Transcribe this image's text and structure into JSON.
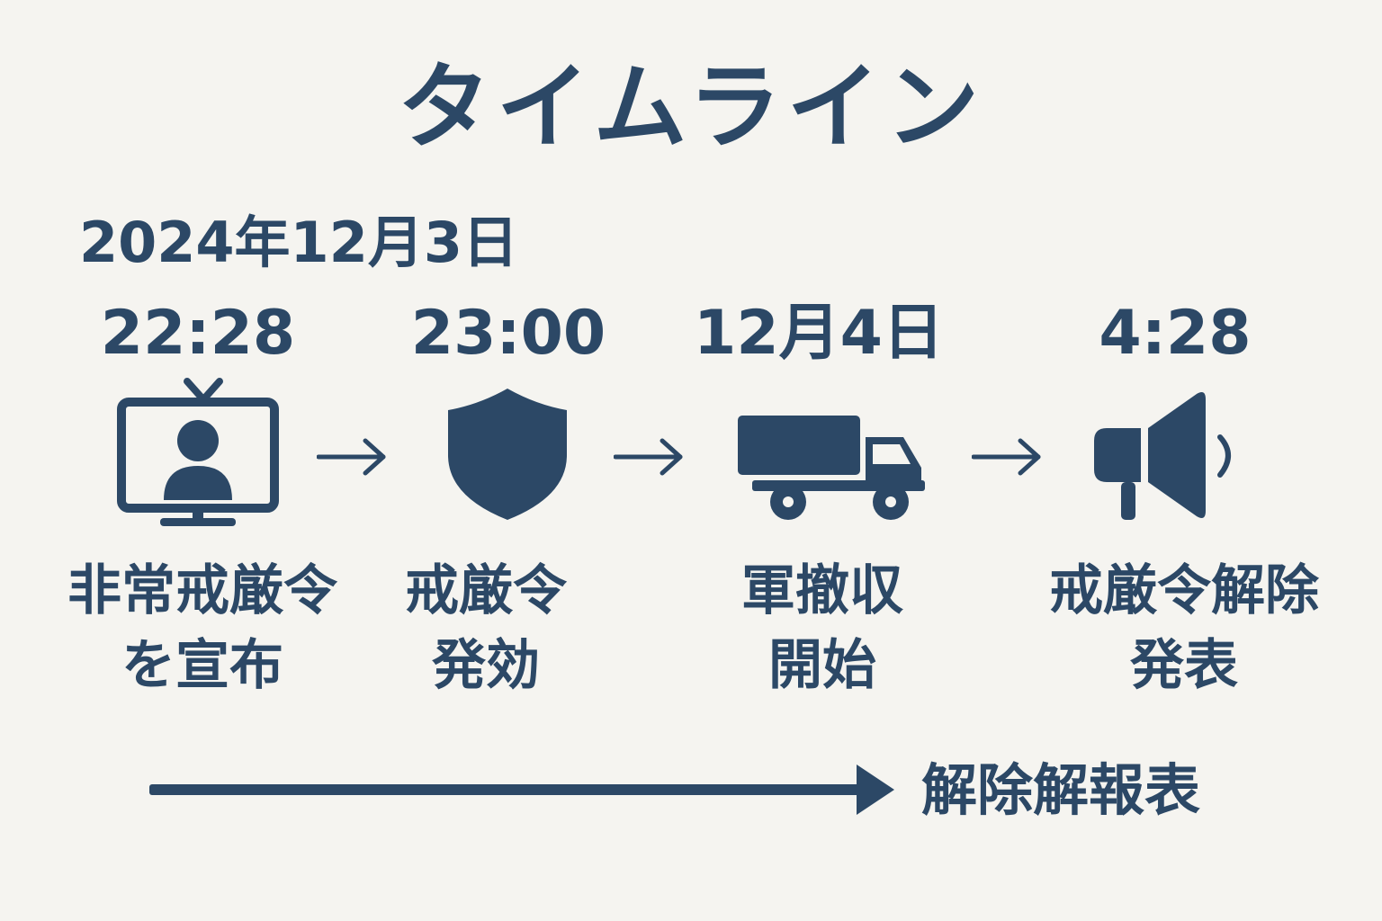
{
  "title": "タイムライン",
  "date": "2024年12月3日",
  "steps": [
    {
      "time": "22:28",
      "label_line1": "非常戒厳令",
      "label_line2": "を宣布",
      "icon": "tv-broadcast-icon"
    },
    {
      "time": "23:00",
      "label_line1": "戒厳令",
      "label_line2": "発効",
      "icon": "shield-icon"
    },
    {
      "time": "12月4日",
      "label_line1": "軍撤収",
      "label_line2": "開始",
      "icon": "truck-icon"
    },
    {
      "time": "4:28",
      "label_line1": "戒厳令解除",
      "label_line2": "発表",
      "icon": "megaphone-icon"
    }
  ],
  "bottom_label": "解除解報表",
  "colors": {
    "background": "#f5f4f0",
    "primary": "#2c4866"
  }
}
